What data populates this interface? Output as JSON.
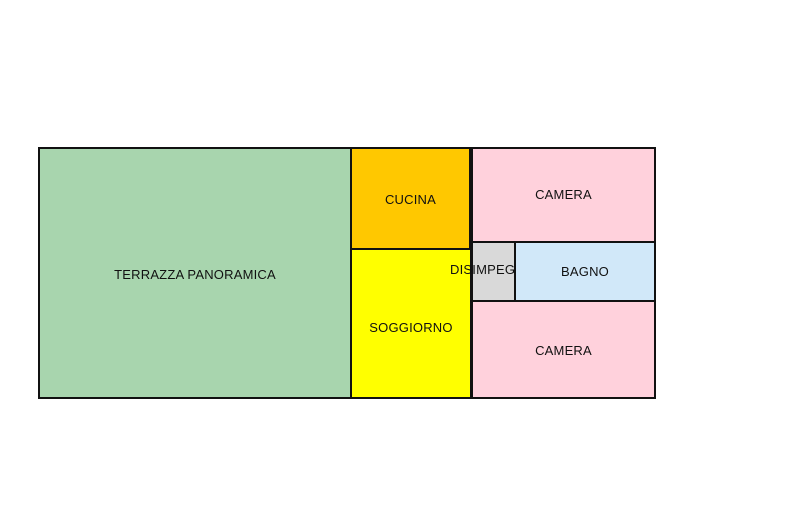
{
  "floorplan": {
    "rooms": [
      {
        "id": "terrazza",
        "label": "TERRAZZA PANORAMICA",
        "color": "#a8d5ae"
      },
      {
        "id": "cucina",
        "label": "CUCINA",
        "color": "#ffc800"
      },
      {
        "id": "soggiorno",
        "label": "SOGGIORNO",
        "color": "#ffff00"
      },
      {
        "id": "camera_top",
        "label": "CAMERA",
        "color": "#ffd1dc"
      },
      {
        "id": "disimpegno",
        "label": "DISIMPEG",
        "color": "#d9d9d9"
      },
      {
        "id": "bagno",
        "label": "BAGNO",
        "color": "#d1e8f9"
      },
      {
        "id": "camera_bot",
        "label": "CAMERA",
        "color": "#ffd1dc"
      }
    ],
    "wall_color": "#111111"
  }
}
